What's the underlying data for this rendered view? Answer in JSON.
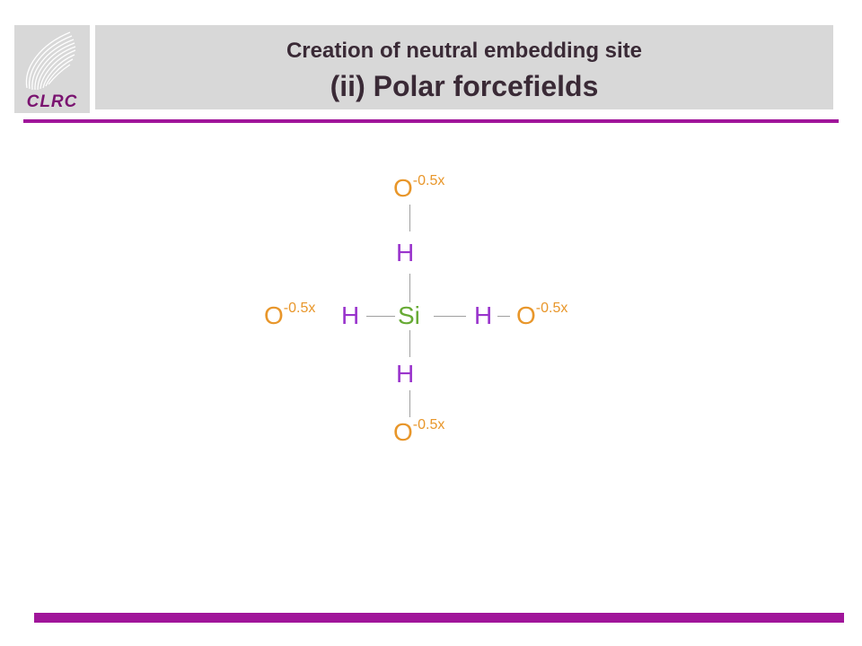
{
  "header": {
    "logo_text": "CLRC",
    "title_line1": "Creation of neutral embedding site",
    "title_line2": "(ii) Polar forcefields"
  },
  "diagram": {
    "oxygen_top": {
      "symbol": "O",
      "charge": "-0.5x"
    },
    "hydrogen_top": {
      "symbol": "H"
    },
    "oxygen_left": {
      "symbol": "O",
      "charge": "-0.5x"
    },
    "hydrogen_left": {
      "symbol": "H"
    },
    "silicon": {
      "symbol": "Si"
    },
    "hydrogen_right": {
      "symbol": "H"
    },
    "oxygen_right": {
      "symbol": "O",
      "charge": "-0.5x"
    },
    "hydrogen_bottom": {
      "symbol": "H"
    },
    "oxygen_bottom": {
      "symbol": "O",
      "charge": "-0.5x"
    }
  },
  "colors": {
    "oxygen": "#e8962a",
    "hydrogen": "#9933cc",
    "silicon": "#66aa33",
    "accent_bar": "#a0159a"
  }
}
